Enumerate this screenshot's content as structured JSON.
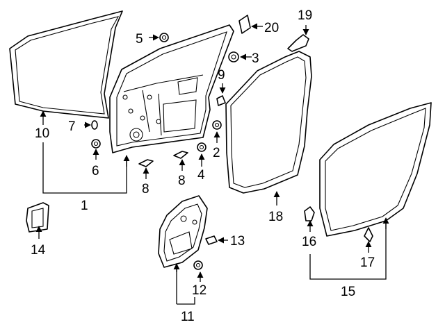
{
  "callouts": {
    "c1": "1",
    "c2": "2",
    "c3": "3",
    "c4": "4",
    "c5": "5",
    "c6": "6",
    "c7": "7",
    "c8a": "8",
    "c8b": "8",
    "c9": "9",
    "c10": "10",
    "c11": "11",
    "c12": "12",
    "c13": "13",
    "c14": "14",
    "c15": "15",
    "c16": "16",
    "c17": "17",
    "c18": "18",
    "c19": "19",
    "c20": "20"
  },
  "colors": {
    "line": "#000000",
    "background": "#ffffff",
    "shade": "#bdbdbd"
  }
}
